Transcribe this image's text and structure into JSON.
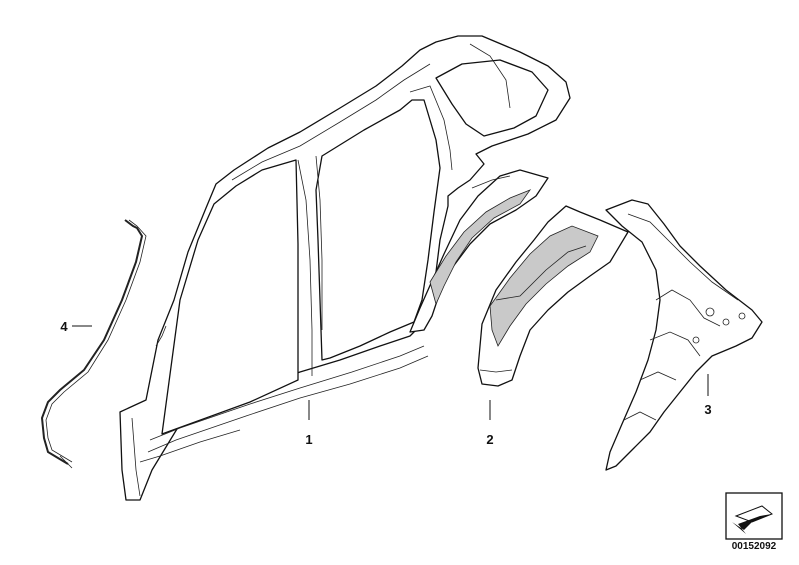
{
  "callouts": {
    "part_1": "1",
    "part_2": "2",
    "part_3": "3",
    "part_4": "4"
  },
  "catalog_number": "00152092",
  "nav_icon": "arrow-icon"
}
